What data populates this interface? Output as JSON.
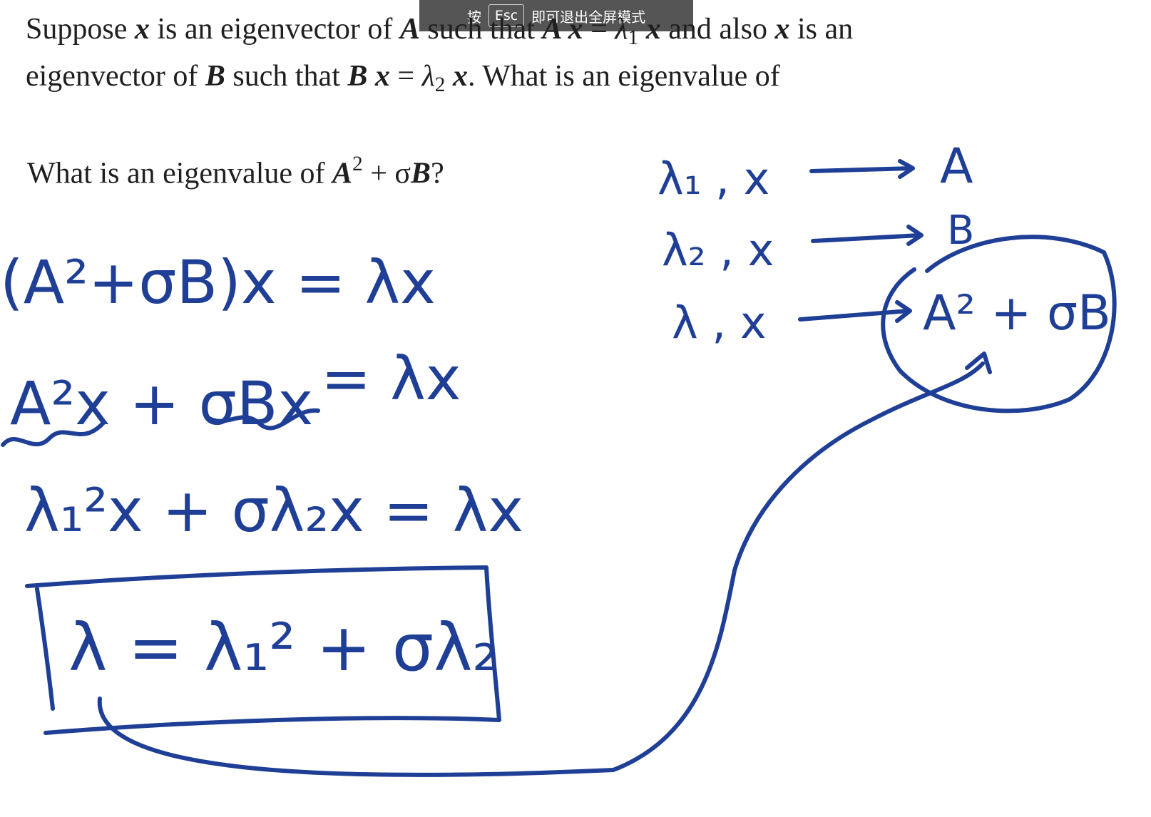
{
  "overlay": {
    "prefix": "按",
    "key": "Esc",
    "suffix": "即可退出全屏模式"
  },
  "problem": {
    "l1_a": "Suppose ",
    "l1_x1": "x",
    "l1_b": " is an eigenvector of ",
    "l1_A1": "A",
    "l1_c": " such that ",
    "l1_A2": "A",
    "l1_x2": " x",
    "l1_eq": " = ",
    "l1_lambda": "λ",
    "l1_sub1": "1",
    "l1_x3": " x",
    "l1_d": " and also ",
    "l1_x4": "x",
    "l1_e": " is an",
    "l2_a": "eigenvector of ",
    "l2_B1": "B",
    "l2_b": " such that ",
    "l2_B2": "B",
    "l2_x1": " x",
    "l2_eq": " = ",
    "l2_lambda": "λ",
    "l2_sub2": "2",
    "l2_x2": " x",
    "l2_c": ". What is an eigenvalue of"
  },
  "question": {
    "a": "What is an eigenvalue of ",
    "A": "A",
    "exp": "2",
    "plus": " + σ",
    "B": "B",
    "q": "?"
  },
  "handwriting": {
    "eq1": "(A²+σB)x = λx",
    "eq2_lhs": "A²x + σBx",
    "eq2_rhs": "= λx",
    "eq3": "λ₁²x + σλ₂x = λx",
    "boxed": "λ = λ₁² + σλ₂",
    "map1_left": "λ₁ , x",
    "map1_right": "A",
    "map2_left": "λ₂ , x",
    "map2_right": "B",
    "map3_left": "λ , x",
    "map3_right": "A² + σB"
  },
  "colors": {
    "ink": "#1f3f96",
    "overlay_bg": "#464646"
  }
}
